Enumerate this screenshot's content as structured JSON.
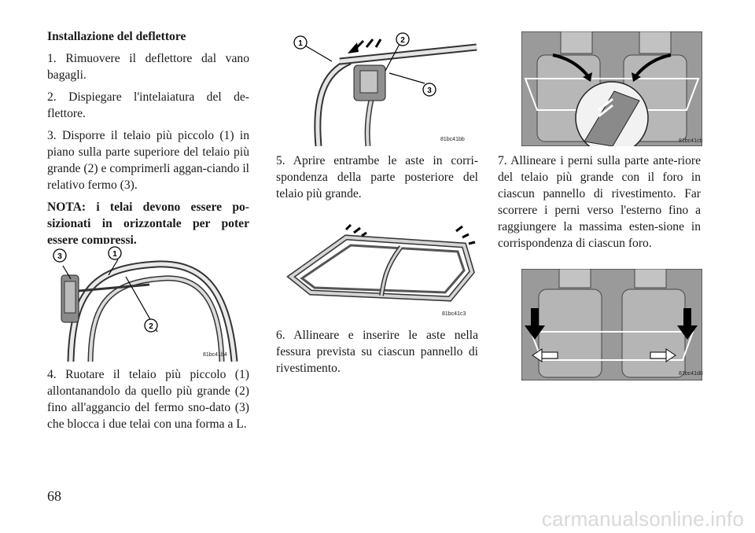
{
  "heading": "Installazione del deflettore",
  "steps": {
    "s1": "1. Rimuovere il deflettore dal vano bagagli.",
    "s2": "2. Dispiegare l'intelaiatura del de-flettore.",
    "s3": "3. Disporre il telaio più piccolo (1) in piano sulla parte superiore del telaio più grande (2) e comprimerli aggan-ciando il relativo fermo (3).",
    "s4": "4. Ruotare il telaio più piccolo (1) allontanandolo da quello più grande (2) fino all'aggancio del fermo sno-dato (3) che blocca i due telai con una forma a L.",
    "s5": "5. Aprire entrambe le aste in corri-spondenza della parte posteriore del telaio più grande.",
    "s6": "6. Allineare e inserire le aste nella fessura prevista su ciascun pannello di rivestimento.",
    "s7": "7. Allineare i perni sulla parte ante-riore del telaio più grande con il foro in ciascun pannello di rivestimento. Far scorrere i perni verso l'esterno fino a raggiungere la massima esten-sione in corrispondenza di ciascun foro."
  },
  "nota": "NOTA: i telai devono essere po-sizionati in orizzontale per poter essere compressi.",
  "figures": {
    "fig1": {
      "code": "81bc41b4",
      "callouts": [
        "3",
        "1",
        "2"
      ]
    },
    "fig2": {
      "code": "81bc41bb",
      "callouts": [
        "1",
        "2",
        "3"
      ]
    },
    "fig3": {
      "code": "81bc41c3"
    },
    "fig4": {
      "code": "81bc41cb"
    },
    "fig5": {
      "code": "81bc41d8"
    }
  },
  "page_number": "68",
  "watermark": "carmanualsonline.info"
}
